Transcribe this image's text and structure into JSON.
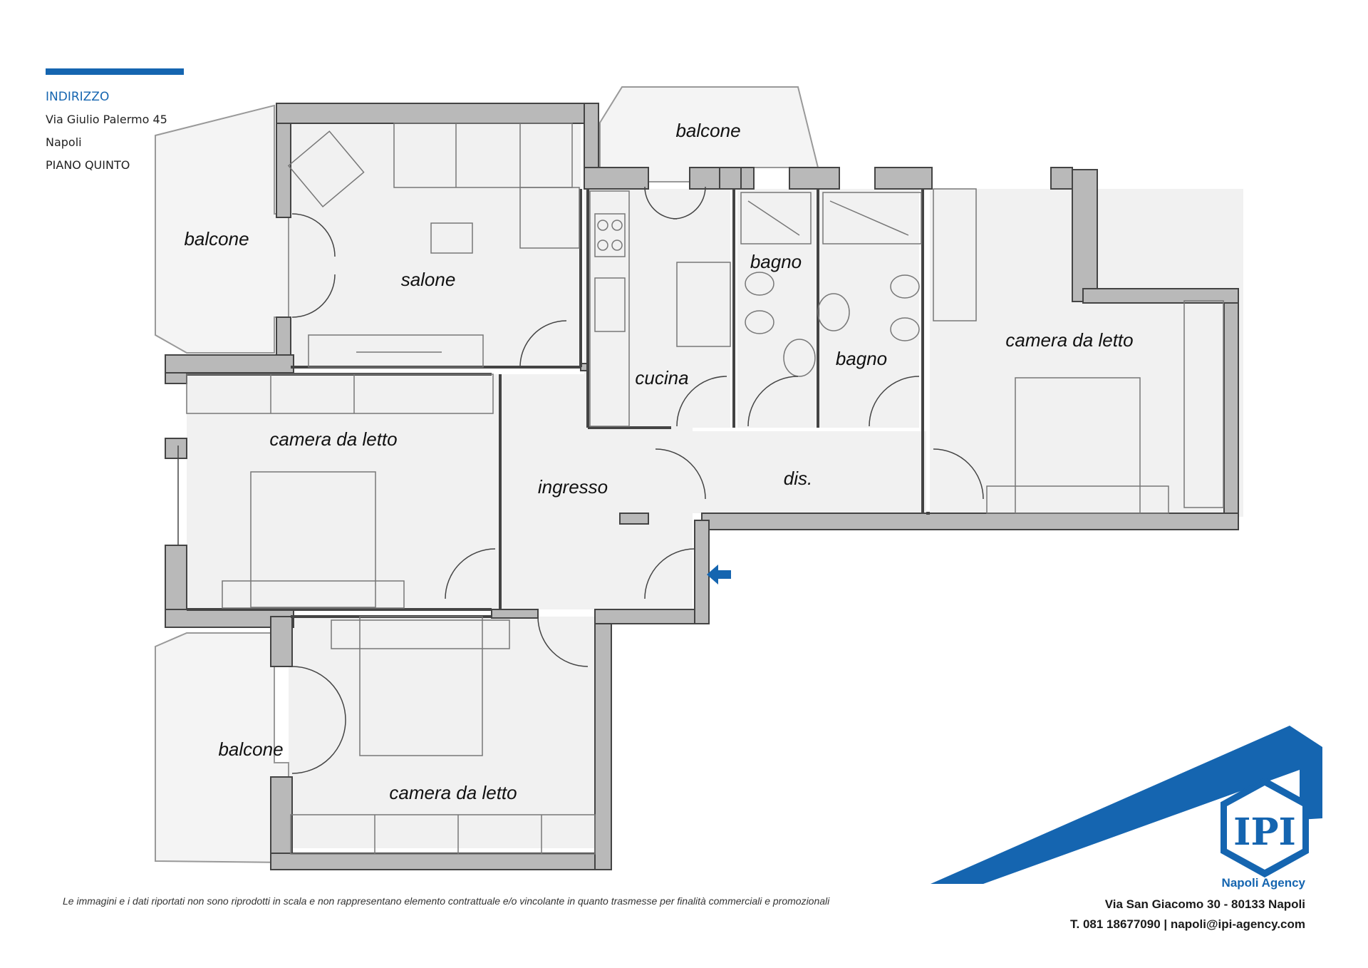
{
  "address": {
    "heading": "INDIRIZZO",
    "street": "Via Giulio Palermo 45",
    "city": "Napoli",
    "floor": "PIANO QUINTO"
  },
  "rooms": {
    "balcone_top": "balcone",
    "balcone_left": "balcone",
    "balcone_bottom": "balcone",
    "salone": "salone",
    "cucina": "cucina",
    "bagno_1": "bagno",
    "bagno_2": "bagno",
    "camera_right": "camera da letto",
    "camera_left": "camera da letto",
    "camera_bottom": "camera da letto",
    "ingresso": "ingresso",
    "dis": "dis."
  },
  "disclaimer": "Le immagini e i dati riportati non sono riprodotti in scala e non rappresentano elemento contrattuale e/o vincolante in quanto trasmesse per finalità commerciali e promozionali",
  "agency": {
    "logo_text": "IPI",
    "name": "Napoli Agency",
    "address": "Via San Giacomo 30 - 80133 Napoli",
    "contacts": "T. 081 18677090 | napoli@ipi-agency.com"
  },
  "colors": {
    "brand_blue": "#1565b0",
    "wall_gray": "#b9b9b9",
    "floor_gray": "#f1f1f1"
  }
}
